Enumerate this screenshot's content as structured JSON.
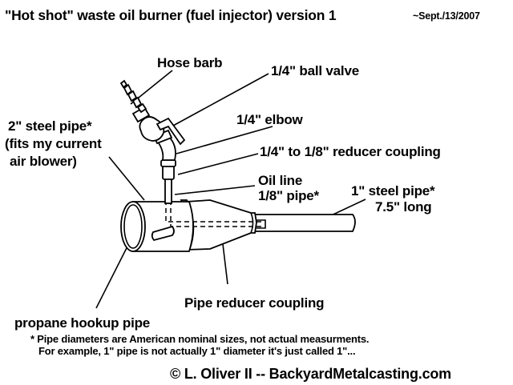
{
  "title": "\"Hot shot\" waste oil burner (fuel injector) version 1",
  "date": "~Sept./13/2007",
  "labels": {
    "hose_barb": "Hose barb",
    "ball_valve": "1/4\" ball valve",
    "elbow": "1/4\" elbow",
    "reducer_coupling_small": "1/4\" to 1/8\" reducer coupling",
    "oil_line_1": "Oil line",
    "oil_line_2": "1/8\" pipe*",
    "steel_pipe_2in_1": "2\" steel pipe*",
    "steel_pipe_2in_2": "(fits my current",
    "steel_pipe_2in_3": "air blower)",
    "steel_pipe_1in_1": "1\" steel pipe*",
    "steel_pipe_1in_2": "7.5\" long",
    "pipe_reducer": "Pipe reducer coupling",
    "propane": "propane hookup pipe"
  },
  "footnote": {
    "line1": "* Pipe diameters are American nominal sizes, not actual measurments.",
    "line2": "For example, 1\" pipe is not actually 1\" diameter it's just called 1\"..."
  },
  "copyright": "© L. Oliver II -- BackyardMetalcasting.com"
}
